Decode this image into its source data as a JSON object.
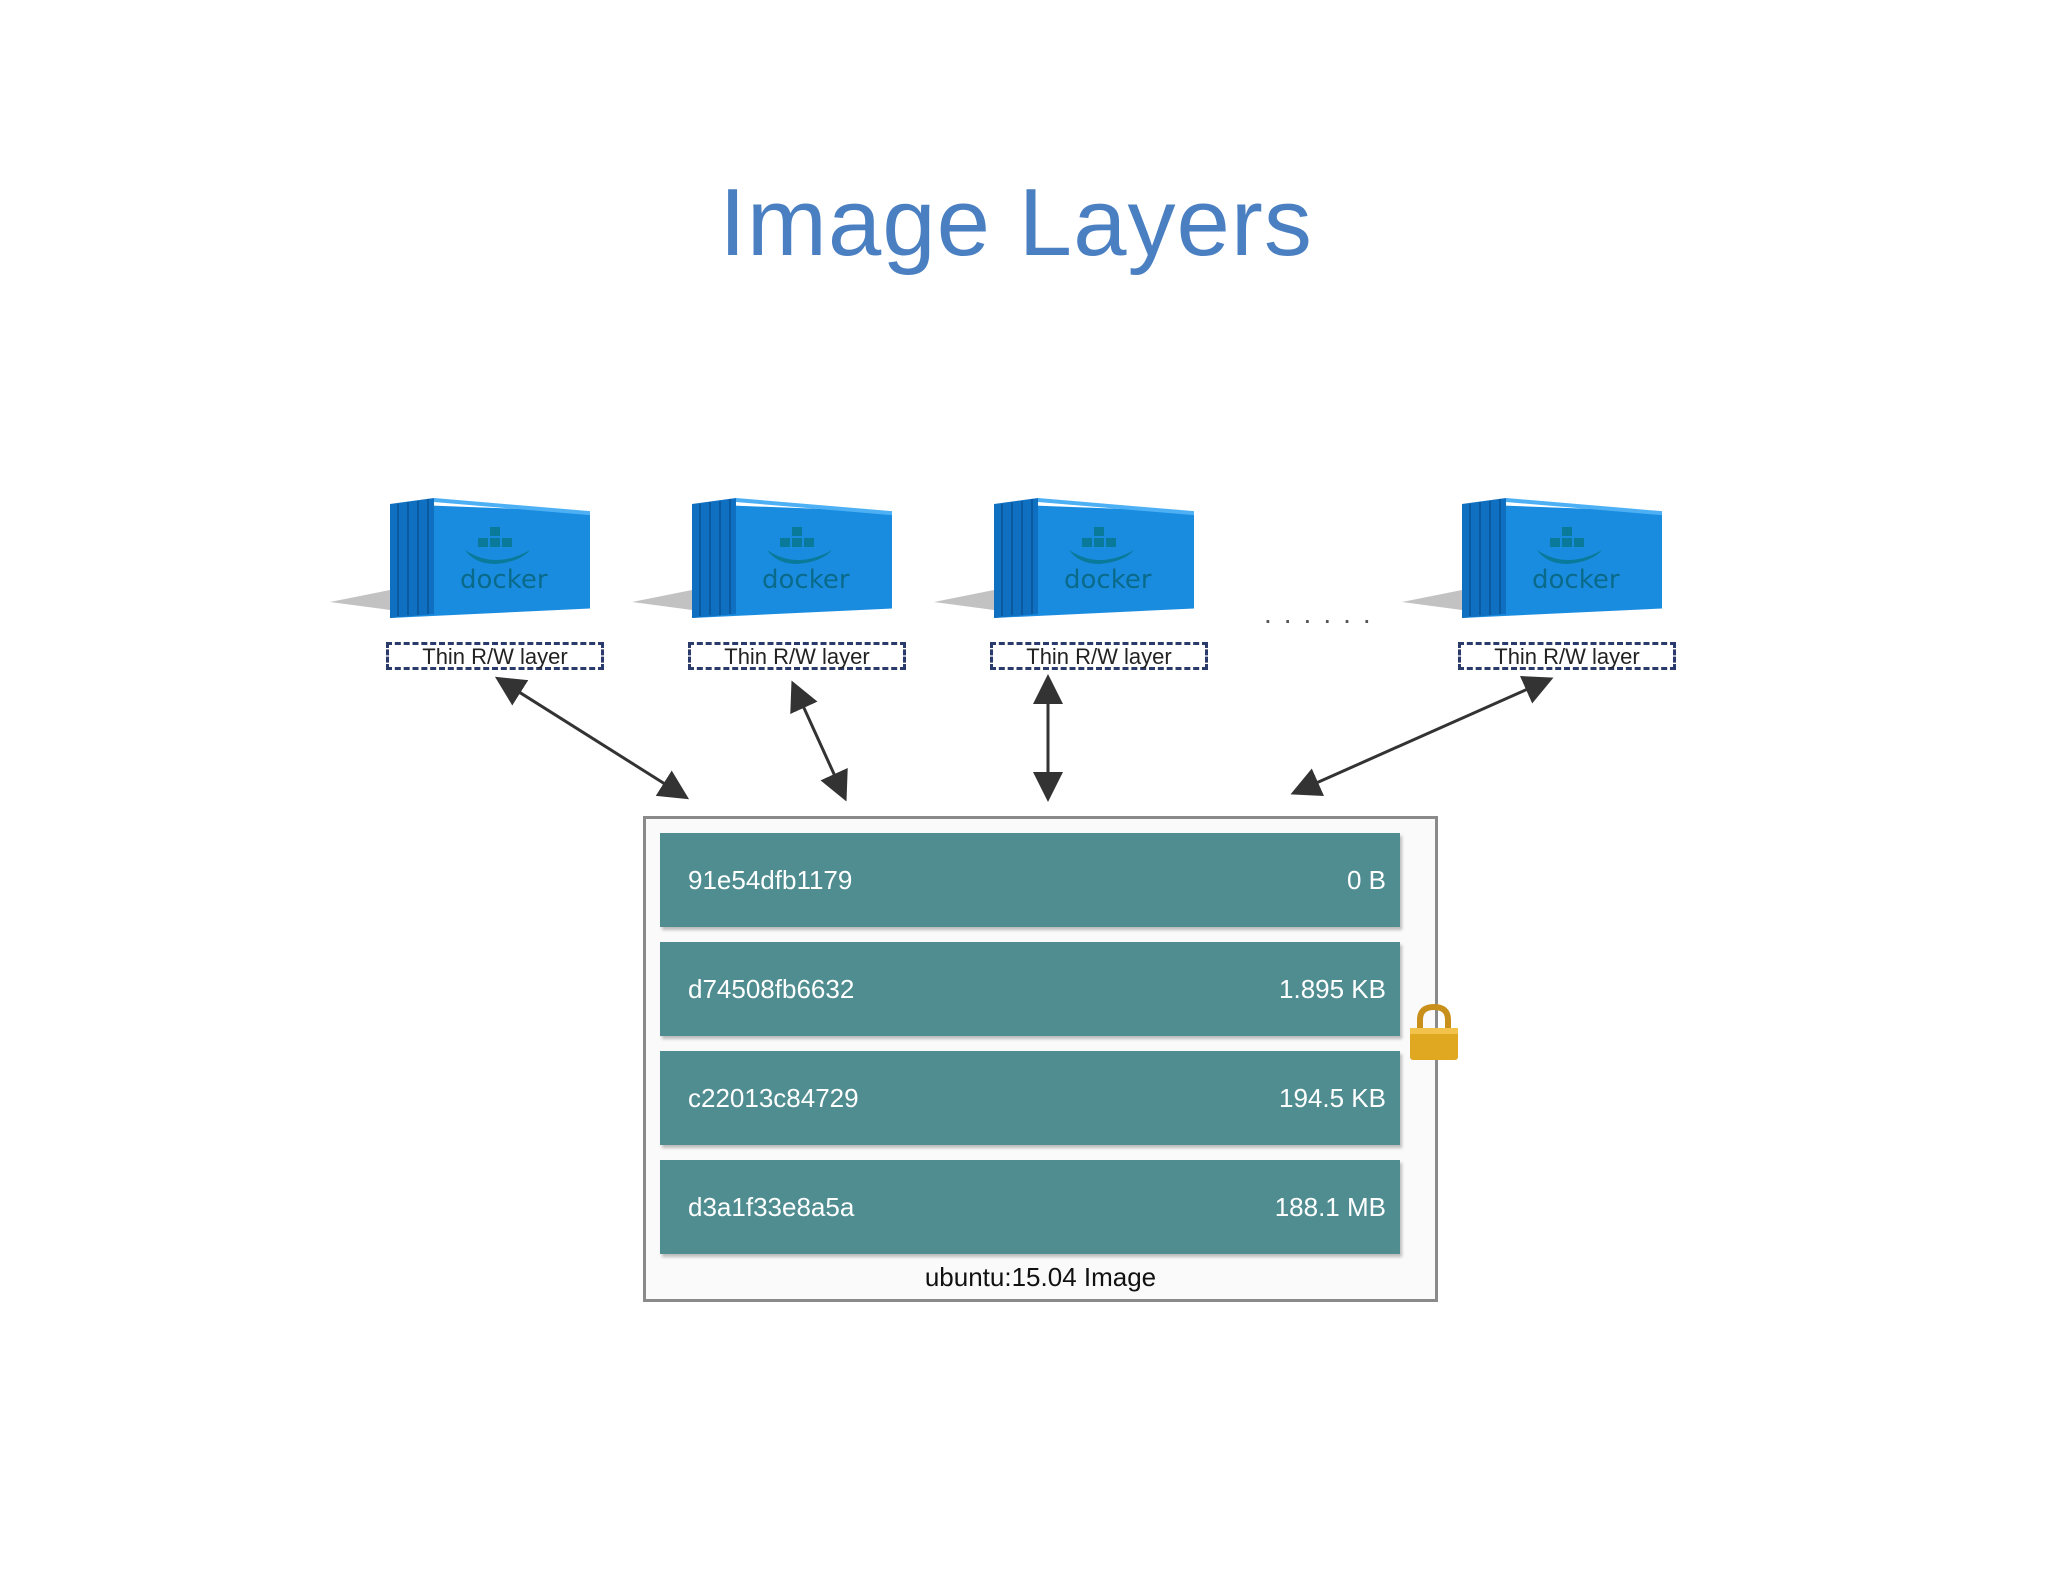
{
  "title": "Image Layers",
  "containers": [
    {
      "logo_text": "docker",
      "layer_label": "Thin R/W layer"
    },
    {
      "logo_text": "docker",
      "layer_label": "Thin R/W layer"
    },
    {
      "logo_text": "docker",
      "layer_label": "Thin R/W layer"
    },
    {
      "logo_text": "docker",
      "layer_label": "Thin R/W layer"
    }
  ],
  "ellipsis": "......",
  "image": {
    "label": "ubuntu:15.04 Image",
    "layers": [
      {
        "id": "91e54dfb1179",
        "size": "0 B"
      },
      {
        "id": "d74508fb6632",
        "size": "1.895 KB"
      },
      {
        "id": "c22013c84729",
        "size": "194.5 KB"
      },
      {
        "id": "d3a1f33e8a5a",
        "size": "188.1 MB"
      }
    ]
  },
  "colors": {
    "title": "#4a7fc1",
    "container": "#1a8ce0",
    "layer_row": "#4f8d91",
    "lock": "#e0a820"
  },
  "icons": [
    "docker-container-icon",
    "lock-icon",
    "arrow-icon"
  ]
}
